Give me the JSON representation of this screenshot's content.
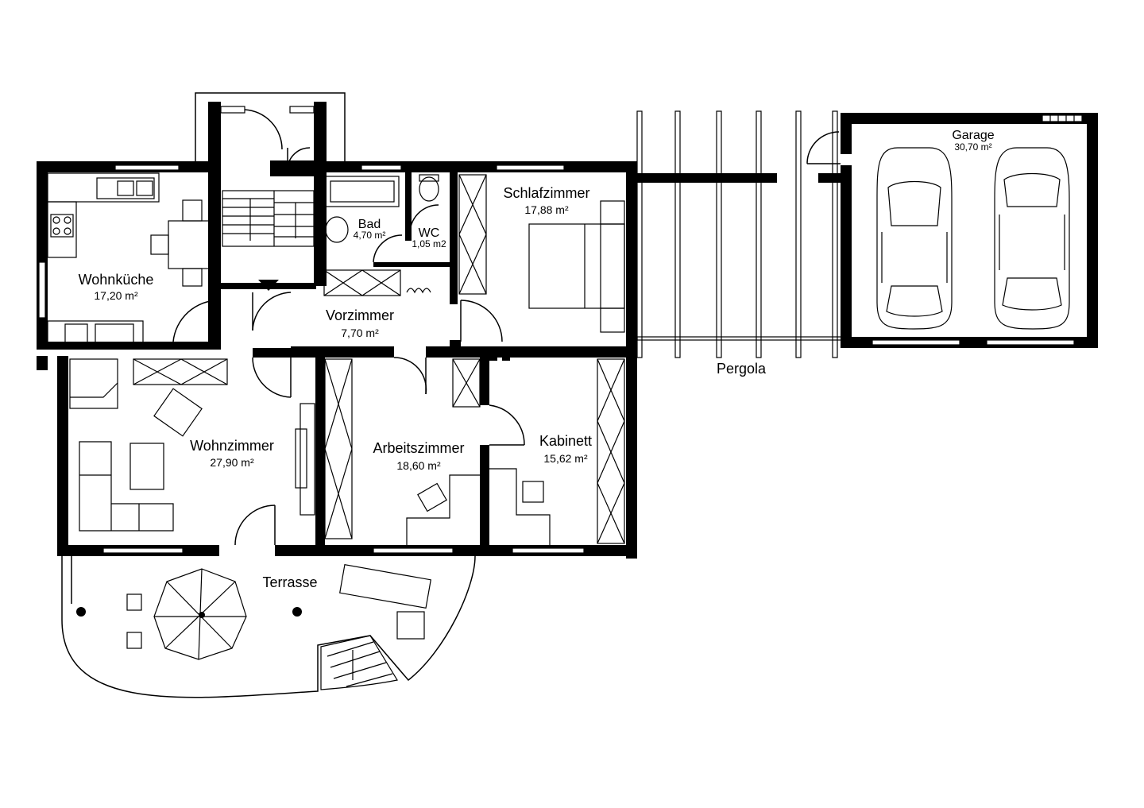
{
  "rooms": {
    "wohnkueche": {
      "name": "Wohnküche",
      "area": "17,20 m²"
    },
    "bad": {
      "name": "Bad",
      "area": "4,70 m²"
    },
    "wc": {
      "name": "WC",
      "area": "1,05 m2"
    },
    "schlafzimmer": {
      "name": "Schlafzimmer",
      "area": "17,88 m²"
    },
    "vorzimmer": {
      "name": "Vorzimmer",
      "area": "7,70 m²"
    },
    "wohnzimmer": {
      "name": "Wohnzimmer",
      "area": "27,90 m²"
    },
    "arbeitszimmer": {
      "name": "Arbeitszimmer",
      "area": "18,60 m²"
    },
    "kabinett": {
      "name": "Kabinett",
      "area": "15,62 m²"
    },
    "garage": {
      "name": "Garage",
      "area": "30,70 m²"
    },
    "terrasse": {
      "name": "Terrasse"
    },
    "pergola": {
      "name": "Pergola"
    }
  }
}
